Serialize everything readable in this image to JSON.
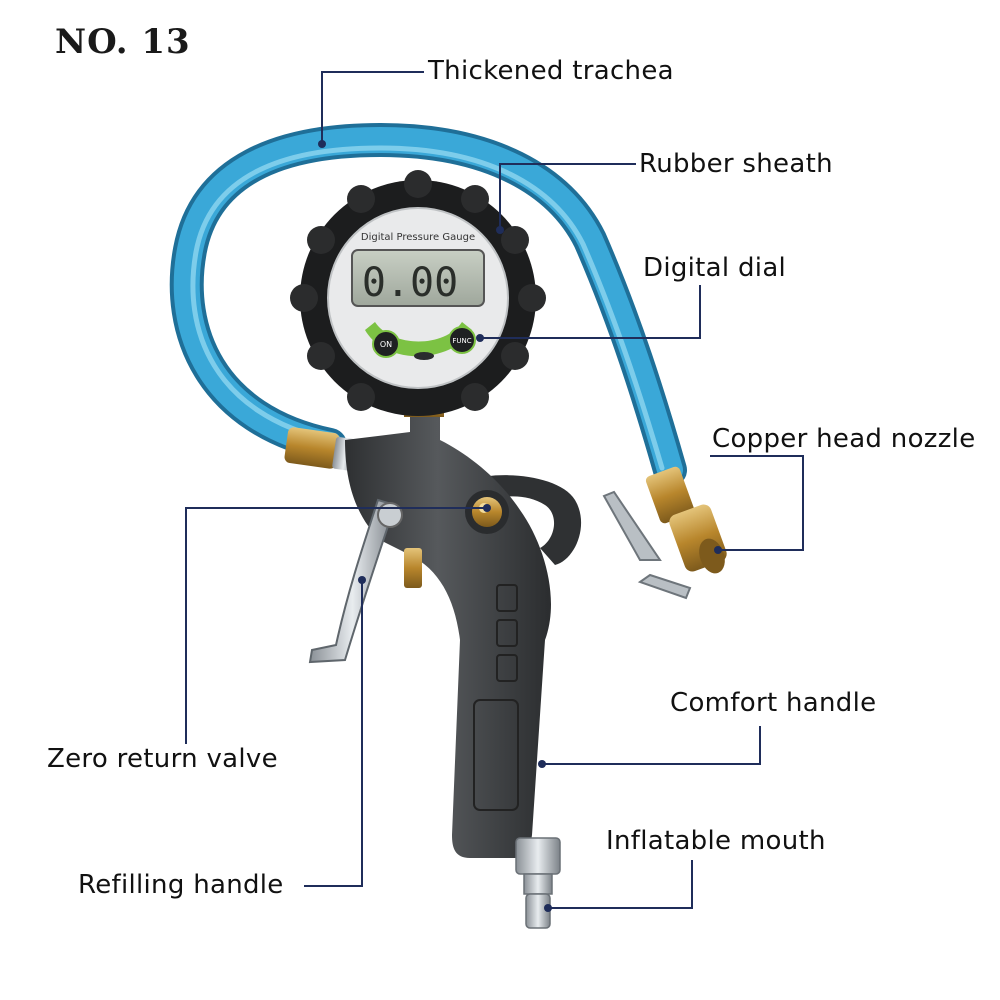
{
  "title": "NO. 13",
  "gauge": {
    "face_title": "Digital Pressure Gauge",
    "reading": "0.00",
    "on_button": "ON",
    "func_button": "FUNC"
  },
  "labels": {
    "thickened_trachea": "Thickened trachea",
    "rubber_sheath": "Rubber sheath",
    "digital_dial": "Digital dial",
    "copper_head_nozzle": "Copper head nozzle",
    "comfort_handle": "Comfort handle",
    "zero_return_valve": "Zero return valve",
    "inflatable_mouth": "Inflatable mouth",
    "refilling_handle": "Refilling handle"
  },
  "colors": {
    "hose": "#3aa8d8",
    "body": "#3b3d3f",
    "leader": "#1f2d5a",
    "brass": "#c89a3a"
  }
}
